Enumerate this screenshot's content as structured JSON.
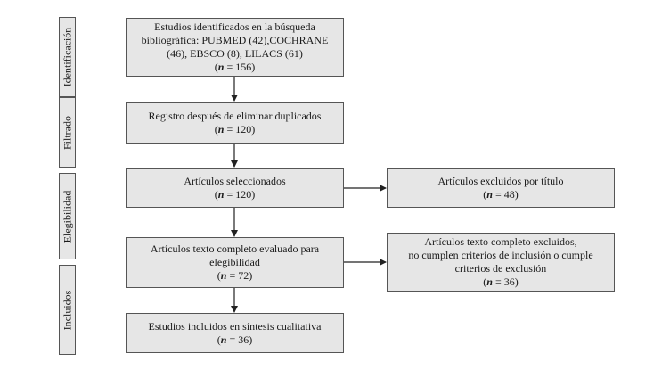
{
  "stages": {
    "identificacion": "Identificación",
    "filtrado": "Filtrado",
    "elegibilidad": "Elegibilidad",
    "incluidos": "Incluidos"
  },
  "n_symbol": "n",
  "boxes": {
    "identified": {
      "lines": [
        "Estudios identificados en la búsqueda",
        "bibliográfica: PUBMED (42),COCHRANE",
        "(46), EBSCO (8), LILACS (61)"
      ],
      "n_text": " = 156"
    },
    "dedup": {
      "lines": [
        "Registro después de eliminar duplicados"
      ],
      "n_text": " = 120"
    },
    "selected": {
      "lines": [
        "Artículos seleccionados"
      ],
      "n_text": " = 120"
    },
    "excluded_title": {
      "lines": [
        "Artículos excluidos por título"
      ],
      "n_text": " = 48"
    },
    "fulltext": {
      "lines": [
        "Artículos texto completo evaluado para",
        "elegibilidad"
      ],
      "n_text": " = 72"
    },
    "fulltext_excluded": {
      "lines": [
        "Artículos texto completo excluidos,",
        "no cumplen criterios de inclusión o cumple",
        "criterios de exclusión"
      ],
      "n_text": " = 36"
    },
    "included": {
      "lines": [
        "Estudios incluidos en síntesis cualitativa"
      ],
      "n_text": " = 36"
    }
  },
  "colors": {
    "box_fill": "#e6e6e6",
    "border": "#555555",
    "arrow": "#222222"
  }
}
